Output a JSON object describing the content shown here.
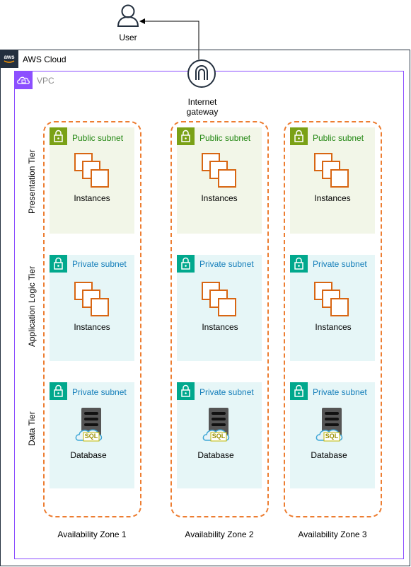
{
  "user": {
    "label": "User"
  },
  "aws_cloud": {
    "label": "AWS Cloud"
  },
  "vpc": {
    "label": "VPC"
  },
  "gateway": {
    "line1": "Internet",
    "line2": "gateway"
  },
  "tiers": {
    "presentation": "Presentation Tier",
    "application": "Application Logic Tier",
    "data": "Data Tier"
  },
  "subnets": {
    "public": "Public subnet",
    "private": "Private subnet"
  },
  "resources": {
    "instances": "Instances",
    "database": "Database",
    "sql": "SQL"
  },
  "zones": [
    "Availability Zone 1",
    "Availability Zone 2",
    "Availability Zone 3"
  ],
  "colors": {
    "aws_dark": "#232F3E",
    "vpc_purple": "#8C4FFF",
    "az_orange": "#ED7D31",
    "public_green": "#7AA116",
    "private_teal": "#01A88D",
    "public_text": "#248814",
    "private_text": "#147EBA",
    "ec2_orange": "#D86613"
  },
  "icons": {
    "user": "user-icon",
    "gateway": "internet-gateway-icon",
    "instances": "ec2-instances-icon",
    "database": "sql-database-icon",
    "lock": "lock-icon"
  }
}
